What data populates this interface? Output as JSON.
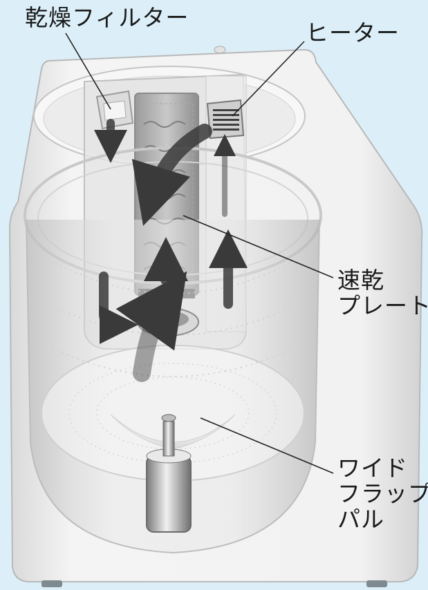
{
  "labels": {
    "drying_filter": "乾燥フィルター",
    "heater": "ヒーター",
    "quick_dry_plate": [
      "速乾",
      "プレート"
    ],
    "wide_flap_pulsator": [
      "ワイド",
      "フラップ",
      "パル"
    ]
  },
  "colors": {
    "background": "#dceff9",
    "body": "#eeeeee",
    "arrow": "#3a3a3a",
    "leader_line": "#222222"
  }
}
